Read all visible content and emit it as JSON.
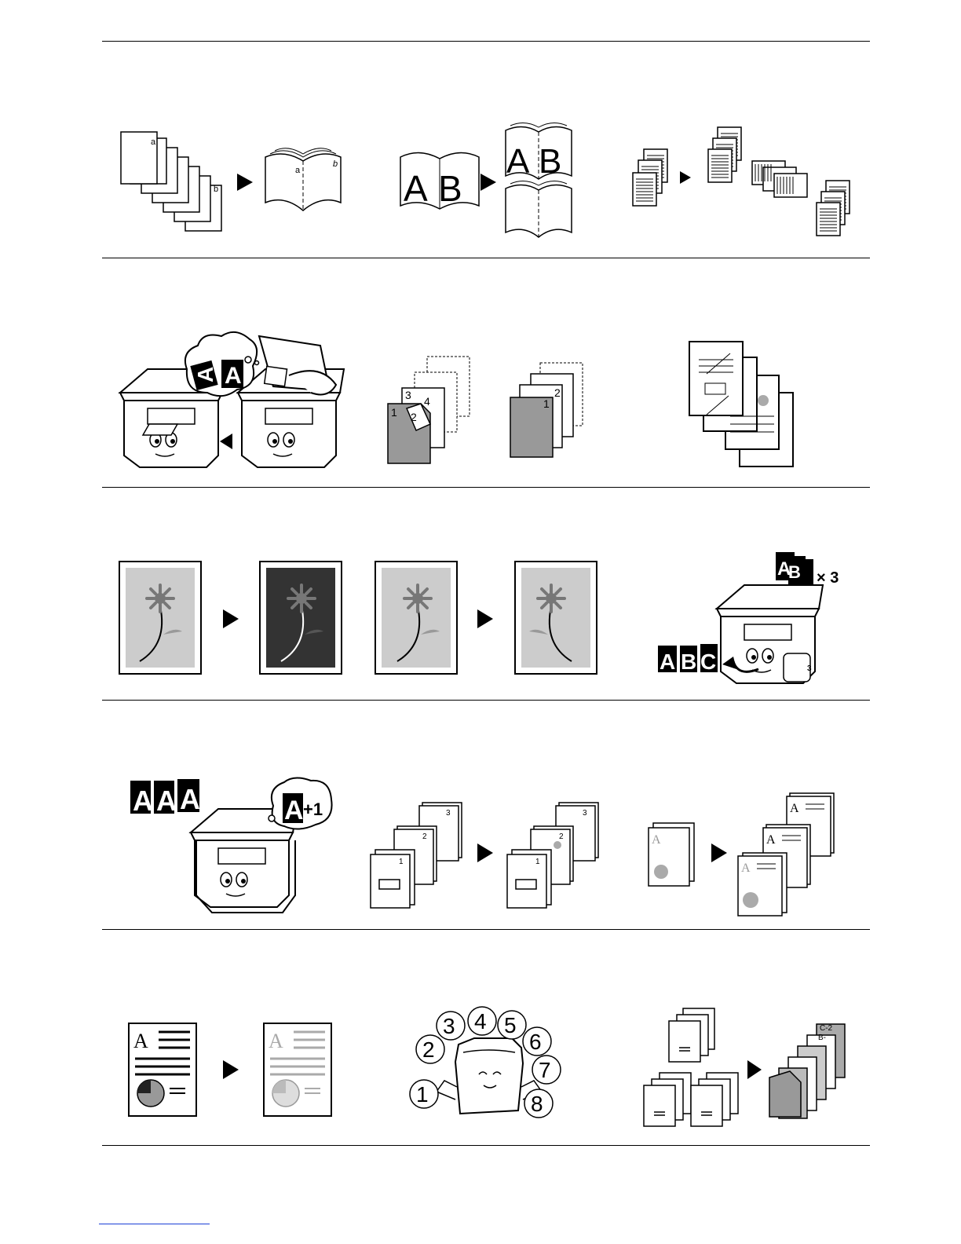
{
  "illustrations": {
    "booklet": {
      "page_first": "a",
      "page_last": "b",
      "result_left": "a",
      "result_right": "b"
    },
    "book_split": {
      "left": "A",
      "right": "B",
      "top_left": "A",
      "top_right": "B"
    },
    "rotate_thought": {
      "rotated": "A",
      "upright": "A"
    },
    "duplex_pages": [
      "1",
      "2",
      "3",
      "4"
    ],
    "simplex_pages": [
      "1",
      "2"
    ],
    "multi_copy": {
      "letters": [
        "A",
        "B",
        "C"
      ],
      "count": "× 3",
      "stack_count": "3"
    },
    "count_plus_one": {
      "letters": [
        "A",
        "A",
        "A"
      ],
      "thought": "A",
      "thought_badge": "+1"
    },
    "chapter_pages": [
      "1",
      "2",
      "3"
    ],
    "overlay_letter": "A",
    "toner_letter": "A",
    "job_numbers": [
      "1",
      "2",
      "3",
      "4",
      "5",
      "6",
      "7",
      "8"
    ],
    "tab_labels": [
      "C-2",
      "B-"
    ]
  }
}
